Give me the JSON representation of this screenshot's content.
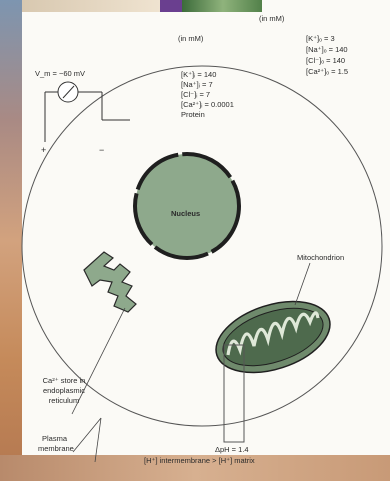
{
  "units_left": "(in mM)",
  "units_right": "(in mM)",
  "voltmeter": {
    "label": "V_m = −60 mV",
    "plus": "+",
    "minus": "−"
  },
  "intracellular": [
    "[K⁺]ᵢ = 140",
    "[Na⁺]ᵢ = 7",
    "[Cl⁻]ᵢ = 7",
    "[Ca²⁺]ᵢ = 0.0001",
    "Protein"
  ],
  "extracellular": [
    "[K⁺]ₒ = 3",
    "[Na⁺]ₒ = 140",
    "[Cl⁻]ₒ = 140",
    "[Ca²⁺]ₒ = 1.5"
  ],
  "nucleus_label": "Nucleus",
  "mitochondrion_label": "Mitochondrion",
  "er_label": [
    "Ca²⁺ store in",
    "endoplasmic",
    "reticulum"
  ],
  "membrane_label": [
    "Plasma",
    "membrane"
  ],
  "ph_label": [
    "ΔpH = 1.4",
    "[H⁺] intermembrane > [H⁺] matrix"
  ]
}
